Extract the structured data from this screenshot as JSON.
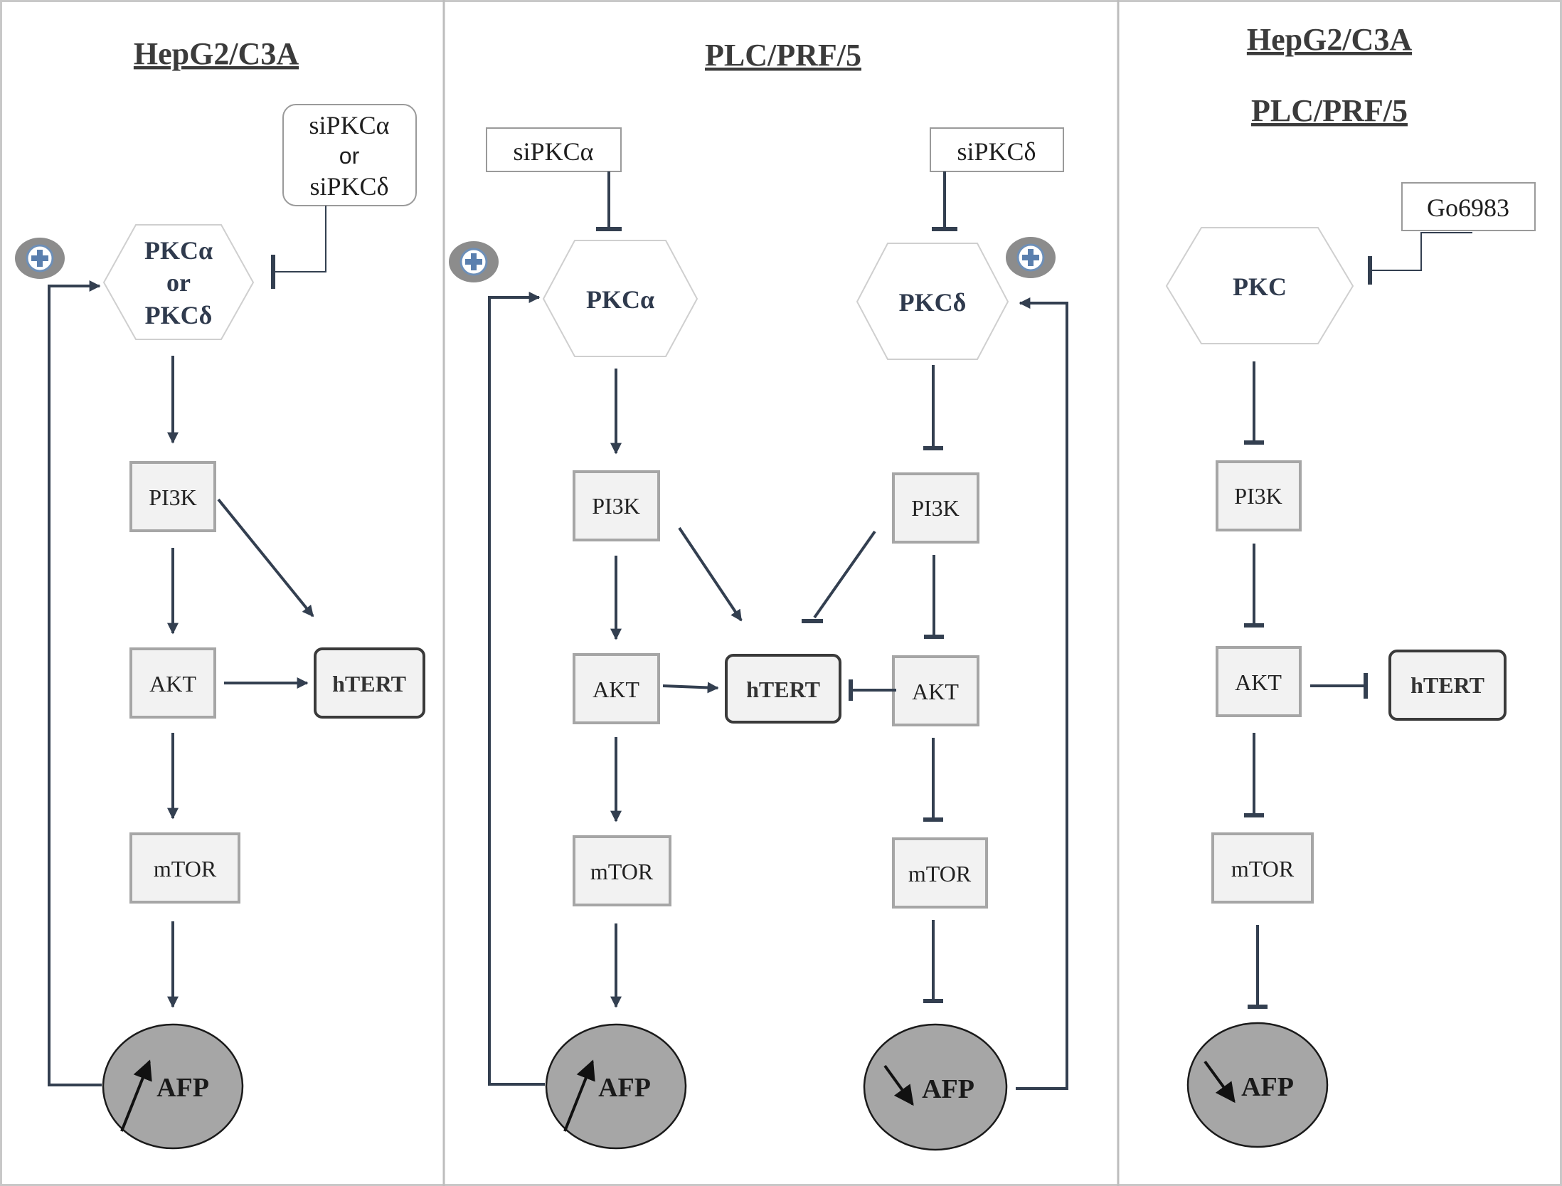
{
  "panels": [
    {
      "titles": [
        "HepG2/C3A"
      ],
      "inhibitor_lines": [
        "siPKCα",
        "or",
        "siPKCδ"
      ],
      "kinase_lines": [
        "PKCα",
        "or",
        "PKCδ"
      ],
      "feedback_badge": "+",
      "nodes": {
        "pi3k": "PI3K",
        "akt": "AKT",
        "mtor": "mTOR",
        "htert": "hTERT",
        "afp": "AFP"
      },
      "afp_trend": "up",
      "edge_type": "activation"
    },
    {
      "titles": [
        "PLC/PRF/5"
      ],
      "branches": [
        {
          "inhibitor": "siPKCα",
          "kinase": "PKCα",
          "feedback_badge": "+",
          "nodes": {
            "pi3k": "PI3K",
            "akt": "AKT",
            "mtor": "mTOR",
            "afp": "AFP"
          },
          "afp_trend": "up",
          "edge_type": "activation"
        },
        {
          "inhibitor": "siPKCδ",
          "kinase": "PKCδ",
          "feedback_badge": "+",
          "nodes": {
            "pi3k": "PI3K",
            "akt": "AKT",
            "mtor": "mTOR",
            "afp": "AFP"
          },
          "afp_trend": "down",
          "edge_type": "inhibition"
        }
      ],
      "shared_htert": "hTERT"
    },
    {
      "titles": [
        "HepG2/C3A",
        "PLC/PRF/5"
      ],
      "inhibitor": "Go6983",
      "kinase": "PKC",
      "nodes": {
        "pi3k": "PI3K",
        "akt": "AKT",
        "mtor": "mTOR",
        "htert": "hTERT",
        "afp": "AFP"
      },
      "afp_trend": "down",
      "edge_type": "inhibition"
    }
  ],
  "colors": {
    "edge": "#333f50",
    "node_fill": "#f2f2f2",
    "node_border": "#a6a6a6",
    "afp_fill": "#a6a6a6",
    "badge_fill": "#8c8c8c"
  }
}
